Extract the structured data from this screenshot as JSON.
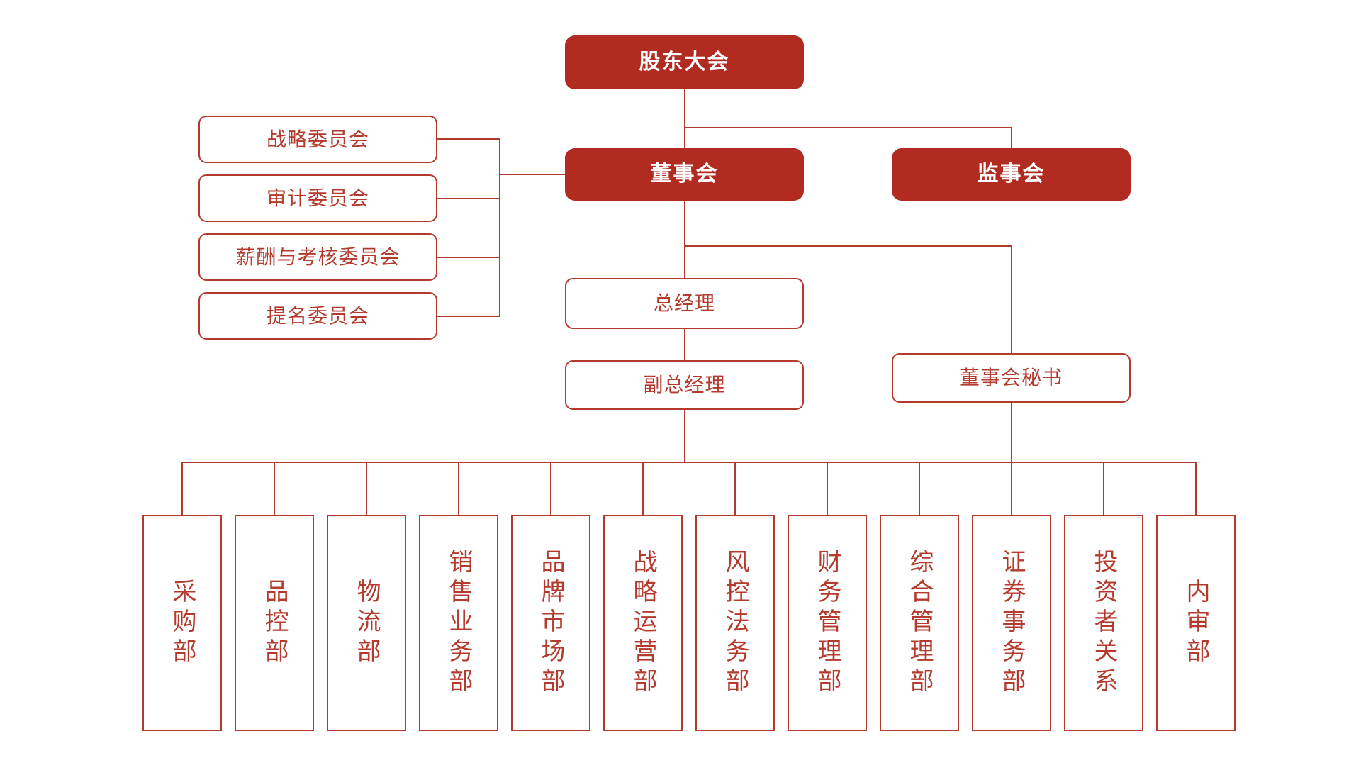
{
  "colors": {
    "fill": "#b22b20",
    "line": "#b43a2e"
  },
  "nodes": {
    "shareholders": "股东大会",
    "board": "董事会",
    "supervisory": "监事会",
    "general_manager": "总经理",
    "deputy_general_manager": "副总经理",
    "board_secretary": "董事会秘书"
  },
  "committees": [
    "战略委员会",
    "审计委员会",
    "薪酬与考核委员会",
    "提名委员会"
  ],
  "departments": [
    "采购部",
    "品控部",
    "物流部",
    "销售业务部",
    "品牌市场部",
    "战略运营部",
    "风控法务部",
    "财务管理部",
    "综合管理部",
    "证券事务部",
    "投资者关系",
    "内审部"
  ]
}
